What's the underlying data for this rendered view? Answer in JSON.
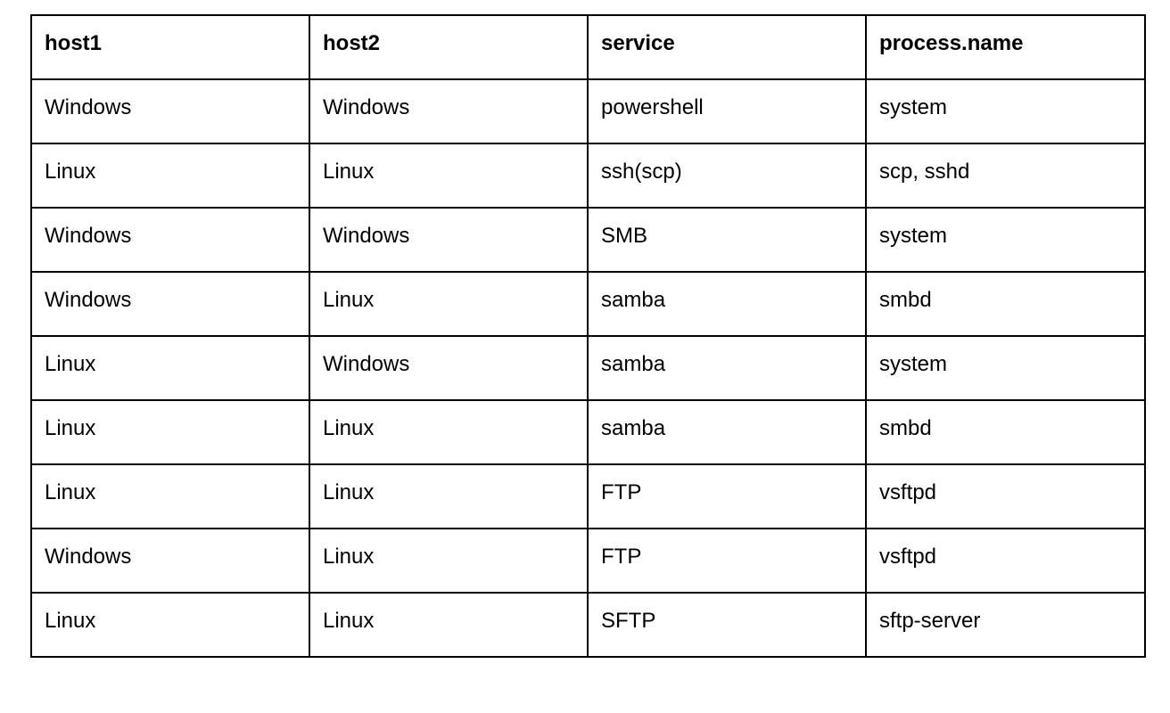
{
  "table": {
    "headers": [
      "host1",
      "host2",
      "service",
      "process.name"
    ],
    "rows": [
      [
        "Windows",
        "Windows",
        "powershell",
        "system"
      ],
      [
        "Linux",
        "Linux",
        "ssh(scp)",
        "scp, sshd"
      ],
      [
        "Windows",
        "Windows",
        "SMB",
        "system"
      ],
      [
        "Windows",
        "Linux",
        "samba",
        "smbd"
      ],
      [
        "Linux",
        "Windows",
        "samba",
        "system"
      ],
      [
        "Linux",
        "Linux",
        "samba",
        "smbd"
      ],
      [
        "Linux",
        "Linux",
        "FTP",
        "vsftpd"
      ],
      [
        "Windows",
        "Linux",
        "FTP",
        "vsftpd"
      ],
      [
        "Linux",
        "Linux",
        "SFTP",
        "sftp-server"
      ]
    ]
  }
}
